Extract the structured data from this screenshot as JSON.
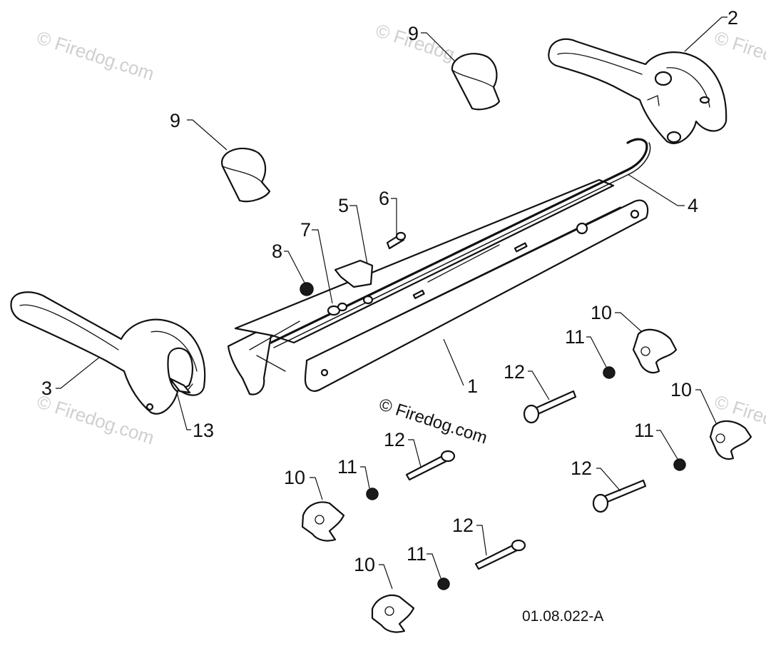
{
  "callouts": {
    "c1": "1",
    "c2": "2",
    "c3": "3",
    "c4": "4",
    "c5": "5",
    "c6": "6",
    "c7": "7",
    "c8": "8",
    "c9a": "9",
    "c9b": "9",
    "c10a": "10",
    "c10b": "10",
    "c10c": "10",
    "c10d": "10",
    "c11a": "11",
    "c11b": "11",
    "c11c": "11",
    "c11d": "11",
    "c12a": "12",
    "c12b": "12",
    "c12c": "12",
    "c12d": "12",
    "c13": "13"
  },
  "drawing_number": "01.08.022-A",
  "watermark": "© Firedog.com",
  "colors": {
    "line": "#111111",
    "watermark": "#cfcfcf",
    "background": "#ffffff"
  }
}
